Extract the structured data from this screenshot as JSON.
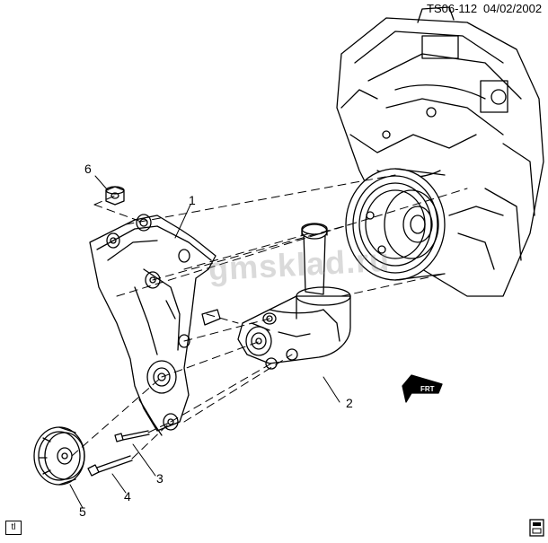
{
  "header": {
    "figure_id": "TS06-112",
    "date": "04/02/2002"
  },
  "callouts": [
    "1",
    "2",
    "3",
    "4",
    "5",
    "6"
  ],
  "labels": {
    "c1": "1",
    "c2": "2",
    "c3": "3",
    "c4": "4",
    "c5": "5",
    "c6": "6",
    "front": "FRT",
    "corner": "tl"
  },
  "watermark": "gmsklad.ru",
  "parts": {
    "1": "power-steering-pump-bracket",
    "2": "power-steering-pump-with-reservoir",
    "3": "bolt",
    "4": "bolt",
    "5": "pulley",
    "6": "nut"
  }
}
